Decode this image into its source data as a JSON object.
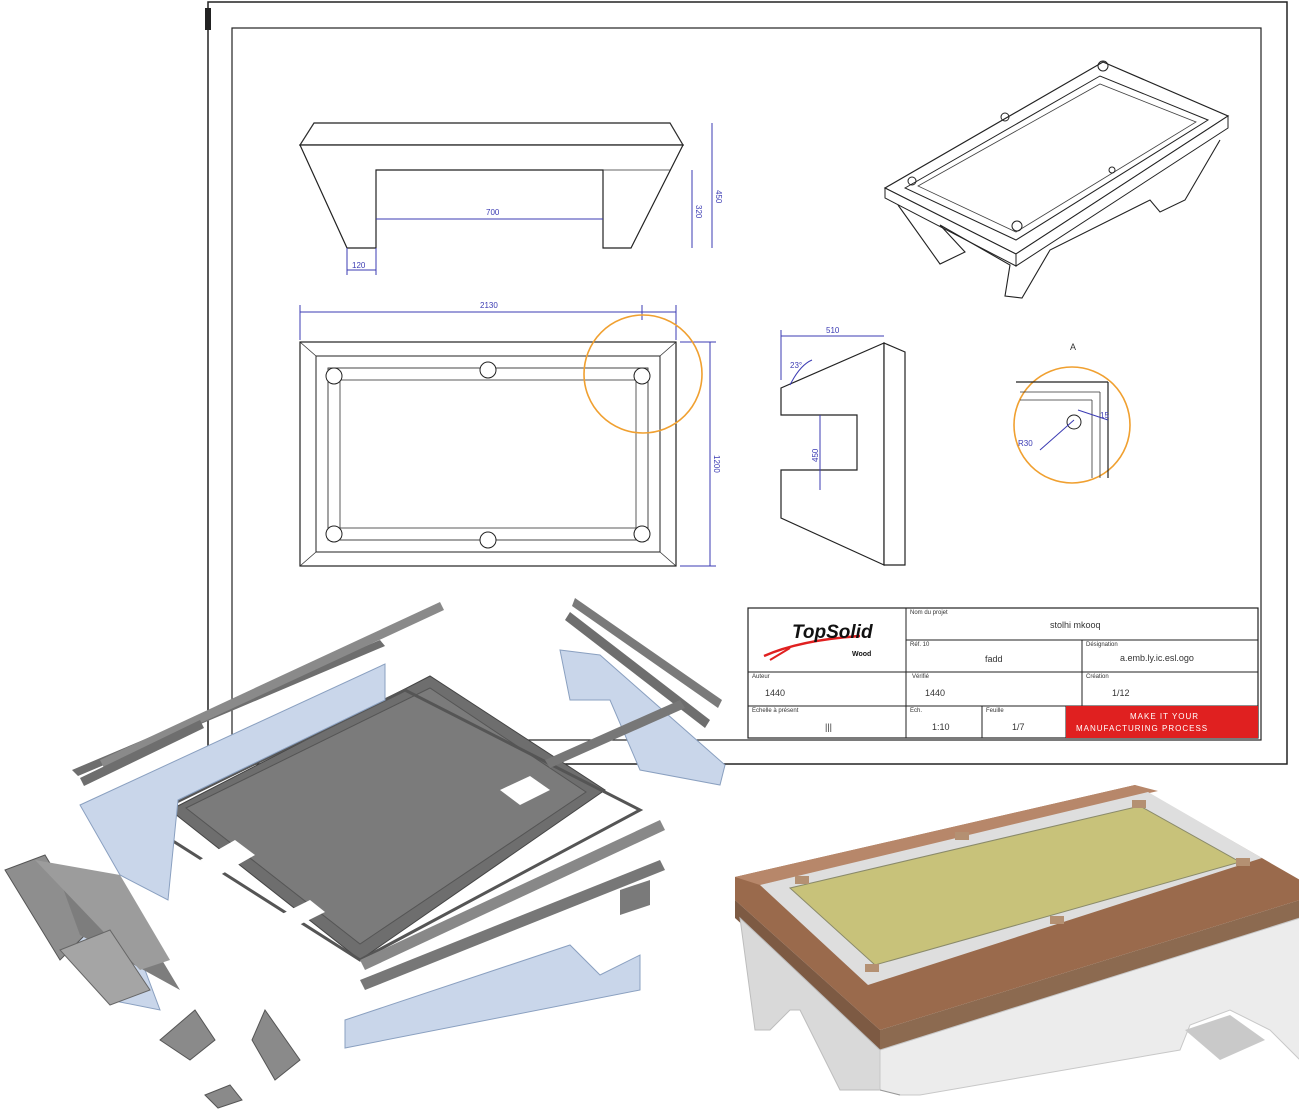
{
  "title_block": {
    "logo_text": "TopSolid",
    "logo_sub": "Wood",
    "label_name": "Nom du projet",
    "name_value": "stolhi mkooq",
    "label_ref": "Réf. 10",
    "ref_value": "fadd",
    "label_desc": "Désignation",
    "desc_value": "a.emb.ly.ic.esl.ogo",
    "label_a": "Auteur",
    "value_a": "1440",
    "label_b": "Vérifié",
    "value_b": "1440",
    "label_c": "Création",
    "value_c": "1/12",
    "label_d": "Echelle à présent",
    "value_d": "|||",
    "label_e": "Ech.",
    "value_e": "1:10",
    "label_f": "Feuille",
    "value_f": "1/7",
    "red_line1": "MAKE IT YOUR",
    "red_line2": "MANUFACTURING PROCESS",
    "accent_color": "#e02020"
  },
  "drawing": {
    "detail_label": "A",
    "accent_circle_color": "#f0a030",
    "dim_color": "#3b3bb3"
  },
  "render": {
    "frame_color": "#9a6a4c",
    "felt_color": "#c8c27a",
    "base_color": "#e6e6e6",
    "panel_blue": "#c9d6ea",
    "panel_gray": "#6e6e6e"
  }
}
